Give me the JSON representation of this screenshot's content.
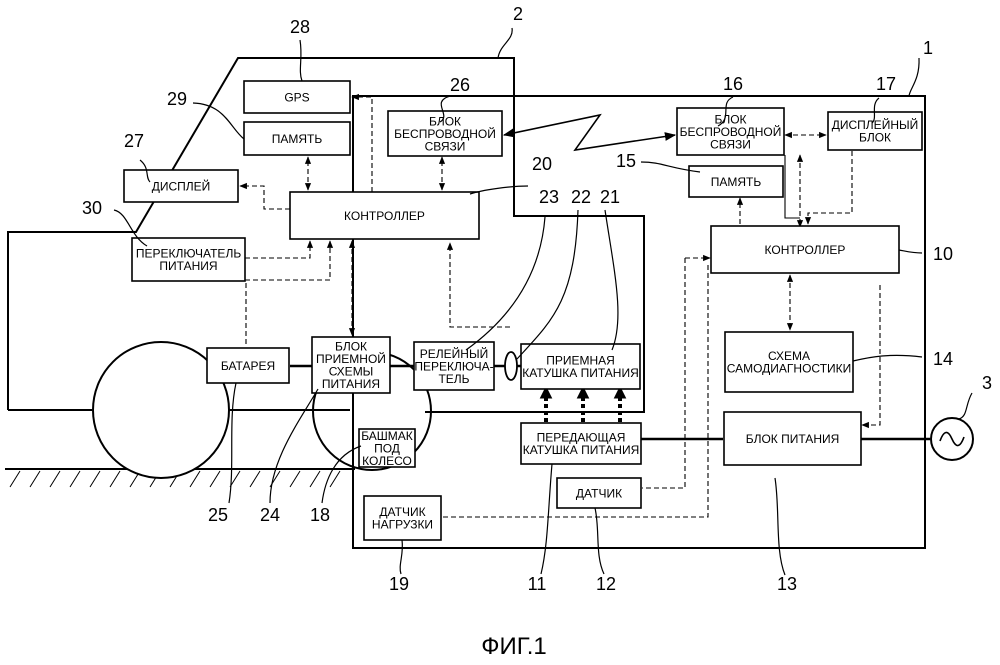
{
  "caption": "ФИГ.1",
  "refs": {
    "r1": "1",
    "r2": "2",
    "r3": "3",
    "r10": "10",
    "r11": "11",
    "r12": "12",
    "r13": "13",
    "r14": "14",
    "r15": "15",
    "r16": "16",
    "r17": "17",
    "r18": "18",
    "r19": "19",
    "r20": "20",
    "r21": "21",
    "r22": "22",
    "r23": "23",
    "r24": "24",
    "r25": "25",
    "r26": "26",
    "r27": "27",
    "r28": "28",
    "r29": "29",
    "r30": "30"
  },
  "blocks": {
    "gps": [
      "GPS"
    ],
    "vehicle_memory": [
      "ПАМЯТЬ"
    ],
    "vehicle_wireless": [
      "БЛОК",
      "БЕСПРОВОДНОЙ",
      "СВЯЗИ"
    ],
    "display": [
      "ДИСПЛЕЙ"
    ],
    "vehicle_controller": [
      "КОНТРОЛЛЕР"
    ],
    "power_switch": [
      "ПЕРЕКЛЮЧАТЕЛЬ",
      "ПИТАНИЯ"
    ],
    "battery": [
      "БАТАРЕЯ"
    ],
    "receiving_circuit": [
      "БЛОК",
      "ПРИЕМНОЙ",
      "СХЕМЫ",
      "ПИТАНИЯ"
    ],
    "relay_switch": [
      "РЕЛЕЙНЫЙ",
      "ПЕРЕКЛЮЧА-",
      "ТЕЛЬ"
    ],
    "receiving_coil": [
      "ПРИЕМНАЯ",
      "КАТУШКА ПИТАНИЯ"
    ],
    "station_wireless": [
      "БЛОК",
      "БЕСПРОВОДНОЙ",
      "СВЯЗИ"
    ],
    "display_unit": [
      "ДИСПЛЕЙНЫЙ",
      "БЛОК"
    ],
    "station_memory": [
      "ПАМЯТЬ"
    ],
    "station_controller": [
      "КОНТРОЛЛЕР"
    ],
    "self_diagnostic": [
      "СХЕМА",
      "САМОДИАГНОСТИКИ"
    ],
    "power_unit": [
      "БЛОК ПИТАНИЯ"
    ],
    "transmitting_coil": [
      "ПЕРЕДАЮЩАЯ",
      "КАТУШКА ПИТАНИЯ"
    ],
    "sensor": [
      "ДАТЧИК"
    ],
    "load_sensor": [
      "ДАТЧИК",
      "НАГРУЗКИ"
    ],
    "wheel_chock": [
      "БАШМАК",
      "ПОД",
      "КОЛЕСО"
    ]
  }
}
